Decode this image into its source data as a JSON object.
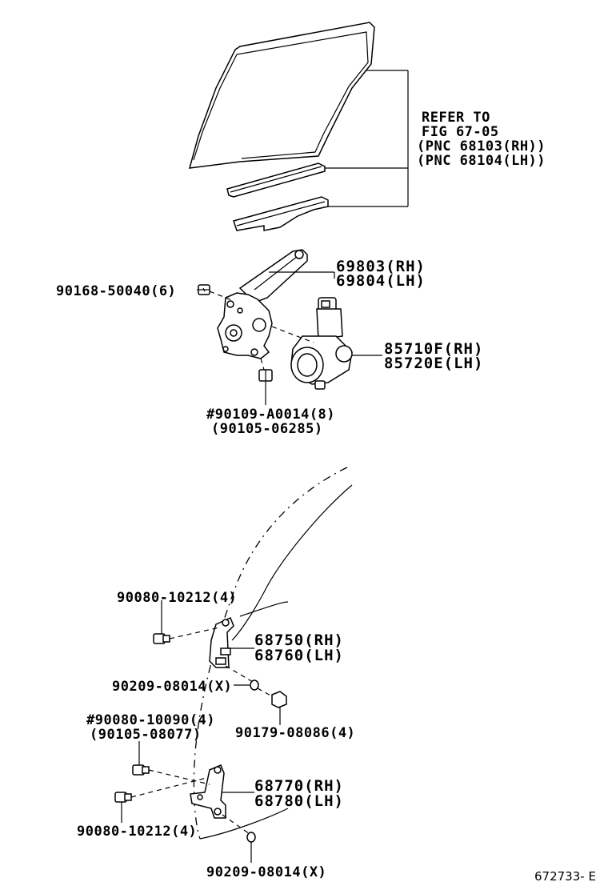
{
  "labels": {
    "refer_1": "REFER TO",
    "refer_2": "FIG 67-05",
    "refer_3": "(PNC 68103(RH))",
    "refer_4": "(PNC 68104(LH))",
    "p69803": "69803(RH)",
    "p69804": "69804(LH)",
    "p90168": "90168-50040(6)",
    "p85710": "85710F(RH)",
    "p85720": "85720E(LH)",
    "p90109": "#90109-A0014(8)",
    "p90105a": "(90105-06285)",
    "p90080a": "90080-10212(4)",
    "p68750": "68750(RH)",
    "p68760": "68760(LH)",
    "p90209a": "90209-08014(X)",
    "p90080b": "#90080-10090(4)",
    "p90105b": "(90105-08077)",
    "p90179": "90179-08086(4)",
    "p68770": "68770(RH)",
    "p68780": "68780(LH)",
    "p90080c": "90080-10212(4)",
    "p90209b": "90209-08014(X)",
    "code": "672733- E"
  }
}
